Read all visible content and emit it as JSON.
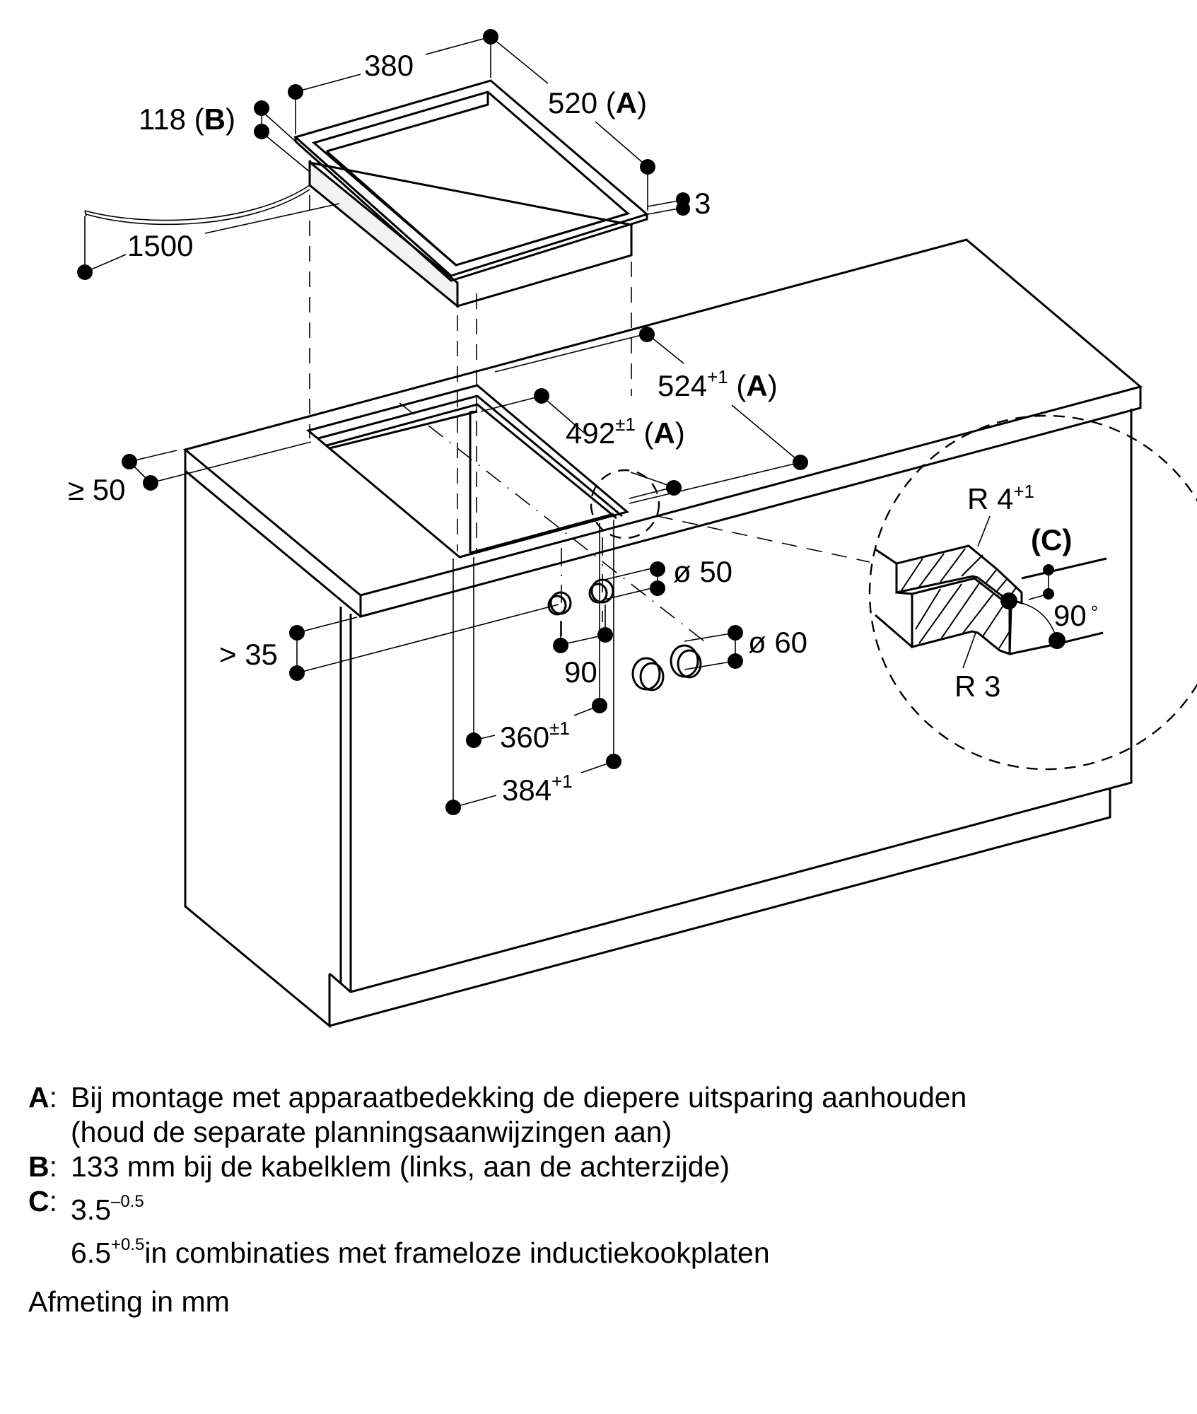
{
  "diagram": {
    "title": "Inbouwmaten kookplaat",
    "dimensions": {
      "hob_width": "380",
      "hob_depth": "520",
      "hob_depth_ref": "A",
      "hob_height": "118",
      "hob_height_ref": "B",
      "frame_thickness": "3",
      "cable_length": "1500",
      "cutout_depth_outer": "524",
      "cutout_depth_outer_tol": "+1",
      "cutout_depth_outer_ref": "A",
      "cutout_depth_inner": "492",
      "cutout_depth_inner_tol": "±1",
      "cutout_depth_inner_ref": "A",
      "front_distance": "≥ 50",
      "min_gap": "> 35",
      "hole_small_diameter": "ø 50",
      "hole_large_diameter": "ø 60",
      "hole_spacing": "90",
      "cutout_width_inner": "360",
      "cutout_width_inner_tol": "±1",
      "cutout_width_outer": "384",
      "cutout_width_outer_tol": "+1"
    },
    "detail": {
      "radius_top": "R 4",
      "radius_top_tol": "+1",
      "radius_bottom": "R 3",
      "step_ref": "(C)",
      "angle": "90",
      "angle_unit": "°"
    }
  },
  "legend": [
    {
      "key": "A",
      "lines": [
        "Bij montage met apparaatbedekking de diepere uitsparing aanhouden",
        "(houd de separate planningsaanwijzingen aan)"
      ]
    },
    {
      "key": "B",
      "lines": [
        "133 mm bij de kabelklem (links, aan de achterzijde)"
      ]
    },
    {
      "key": "C",
      "value1": "3.5",
      "value1_tol": "–0.5",
      "value2": "6.5",
      "value2_tol": "+0.5",
      "value2_text": "in combinaties met frameloze inductiekookplaten"
    }
  ],
  "unit_note": "Afmeting in mm"
}
